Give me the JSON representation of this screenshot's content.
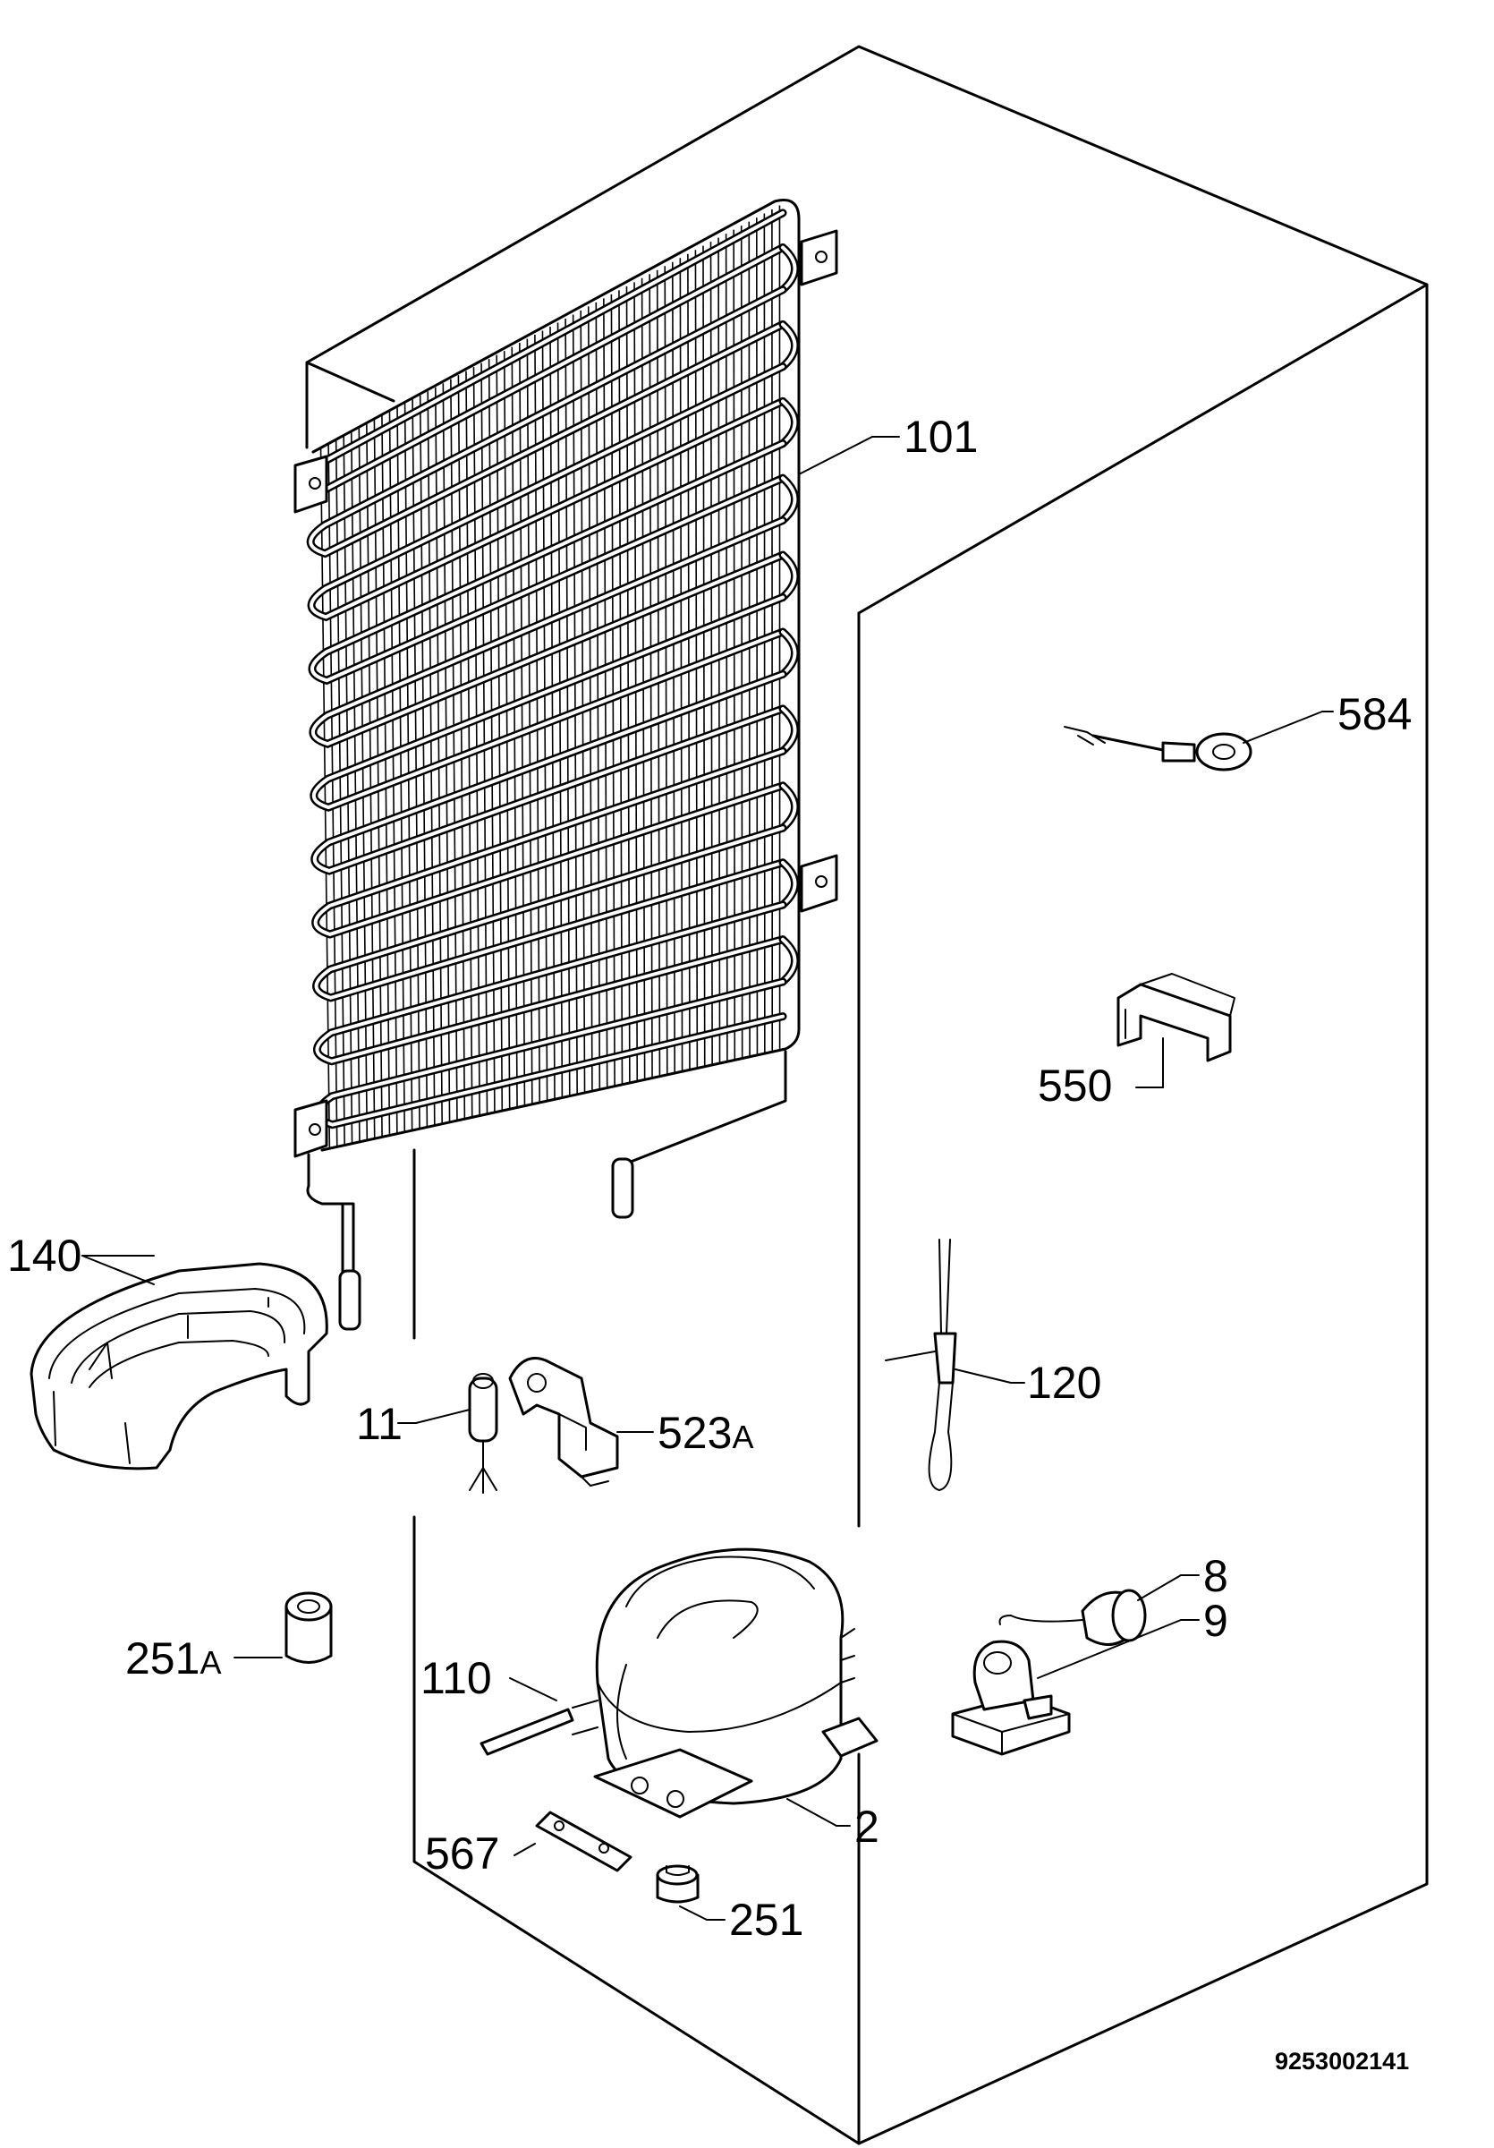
{
  "labels": {
    "p101": "101",
    "p584": "584",
    "p550": "550",
    "p140": "140",
    "p120": "120",
    "p11": "11",
    "p523a_num": "523",
    "p523a_suf": "A",
    "p8": "8",
    "p9": "9",
    "p251a_num": "251",
    "p251a_suf": "A",
    "p110": "110",
    "p2": "2",
    "p567": "567",
    "p251": "251"
  },
  "drawing_number": "9253002141"
}
